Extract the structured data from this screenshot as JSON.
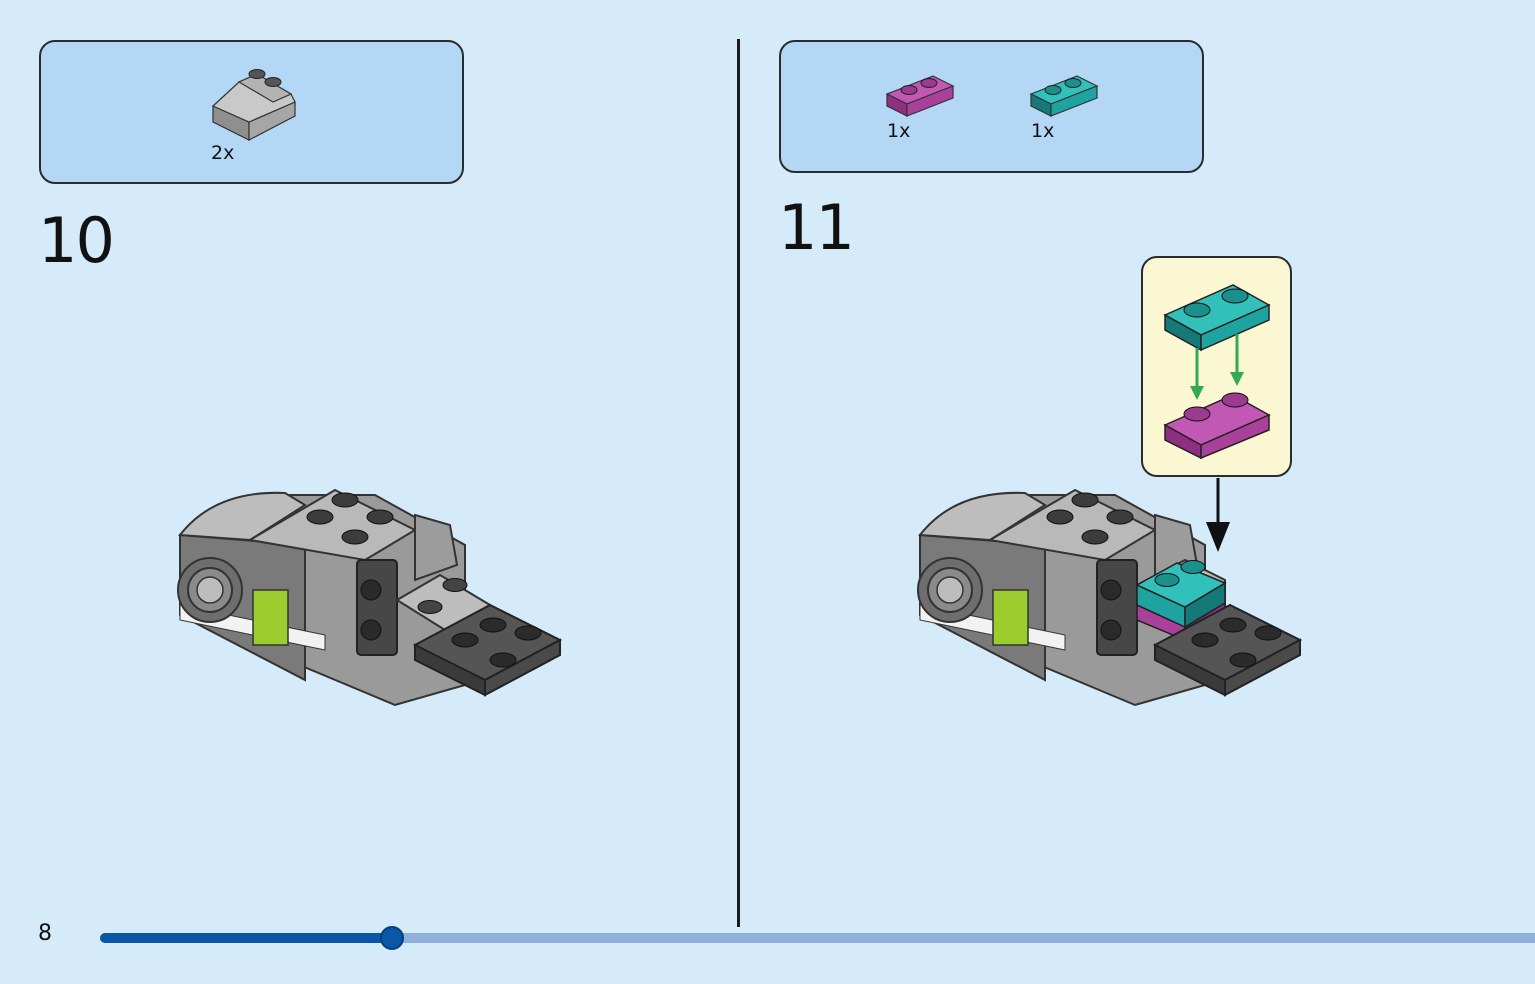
{
  "page": {
    "number": "8",
    "progress_fraction": 0.2036
  },
  "step10": {
    "number": "10",
    "parts": [
      {
        "name": "light-gray-slope-2x2",
        "qty": "2x",
        "color": "#b4b4b4"
      }
    ]
  },
  "step11": {
    "number": "11",
    "parts": [
      {
        "name": "magenta-plate-1x2",
        "qty": "1x",
        "color": "#a9419a"
      },
      {
        "name": "teal-plate-1x2",
        "qty": "1x",
        "color": "#1fa3a0"
      }
    ]
  },
  "colors": {
    "background": "#d5ebfa",
    "parts_box": "#b3d7f4",
    "callout": "#fbf7d2",
    "arrow_green": "#34a853",
    "progress_fill": "#0a57a8",
    "progress_track": "#8fb0dc",
    "lime_accent": "#9ccc2e"
  }
}
